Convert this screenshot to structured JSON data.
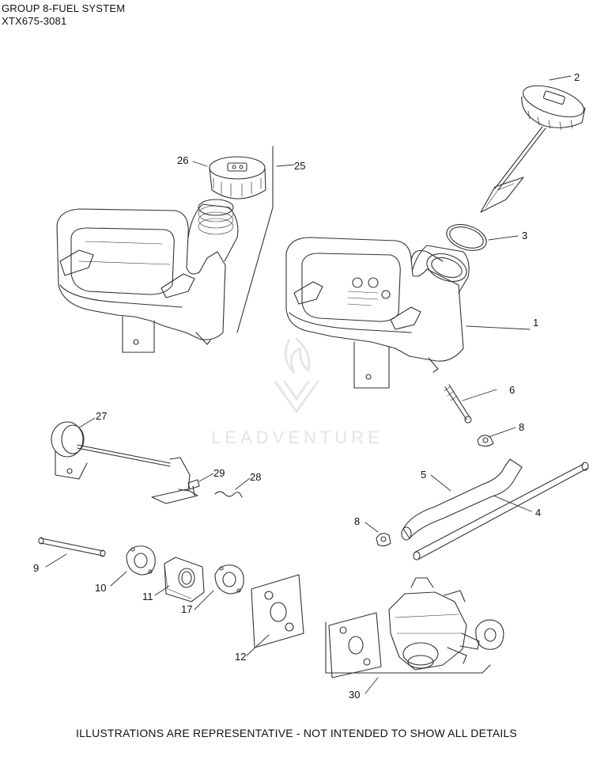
{
  "header": {
    "line1": "GROUP 8-FUEL SYSTEM",
    "line2": "XTX675-3081"
  },
  "footer": {
    "text": "ILLUSTRATIONS ARE REPRESENTATIVE - NOT INTENDED TO SHOW ALL DETAILS"
  },
  "watermark": {
    "text": "LEADVENTURE"
  },
  "callouts": [
    "1",
    "2",
    "3",
    "4",
    "5",
    "6",
    "8",
    "8",
    "9",
    "10",
    "11",
    "12",
    "17",
    "25",
    "26",
    "27",
    "28",
    "29",
    "30"
  ],
  "colors": {
    "line": "#333333",
    "watermark": "#e4e4e4"
  }
}
